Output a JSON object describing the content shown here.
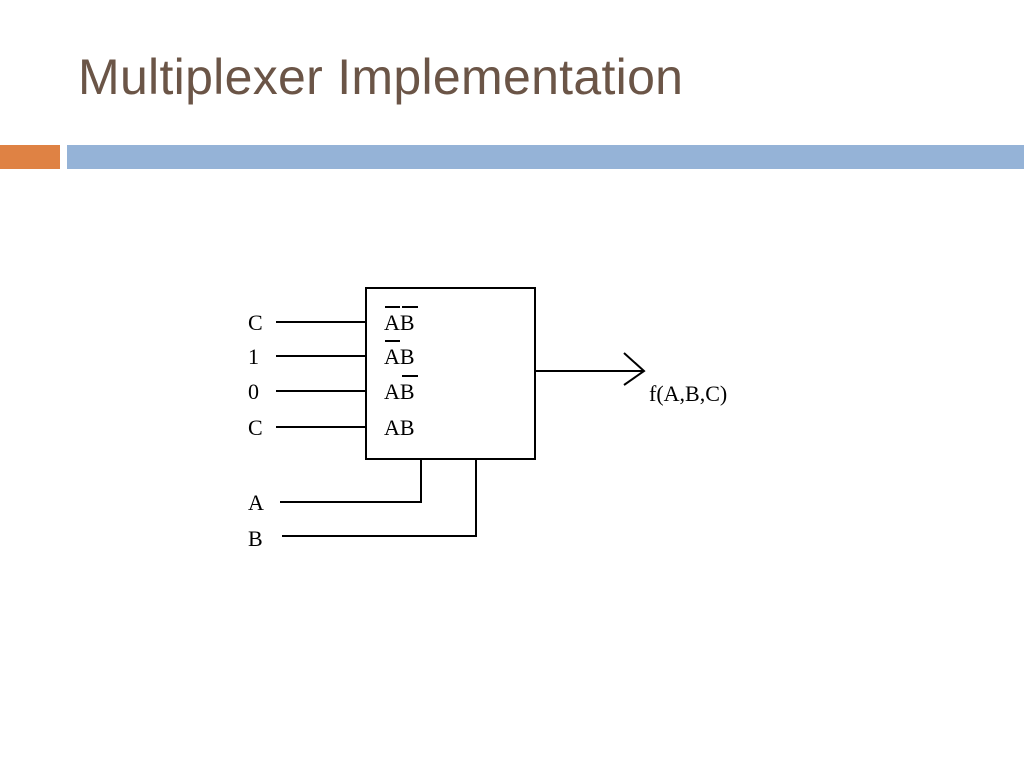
{
  "slide": {
    "title": "Multiplexer Implementation",
    "accent_color": "#df8244",
    "bar_color": "#95b3d7",
    "title_color": "#6b5547"
  },
  "diagram": {
    "data_inputs": [
      {
        "label": "C",
        "select": "AB",
        "bars": [
          0,
          1
        ]
      },
      {
        "label": "1",
        "select": "AB",
        "bars": [
          0
        ]
      },
      {
        "label": "0",
        "select": "AB",
        "bars": [
          1
        ]
      },
      {
        "label": "C",
        "select": "AB",
        "bars": []
      }
    ],
    "select_inputs": [
      "A",
      "B"
    ],
    "output": "f(A,B,C)"
  }
}
